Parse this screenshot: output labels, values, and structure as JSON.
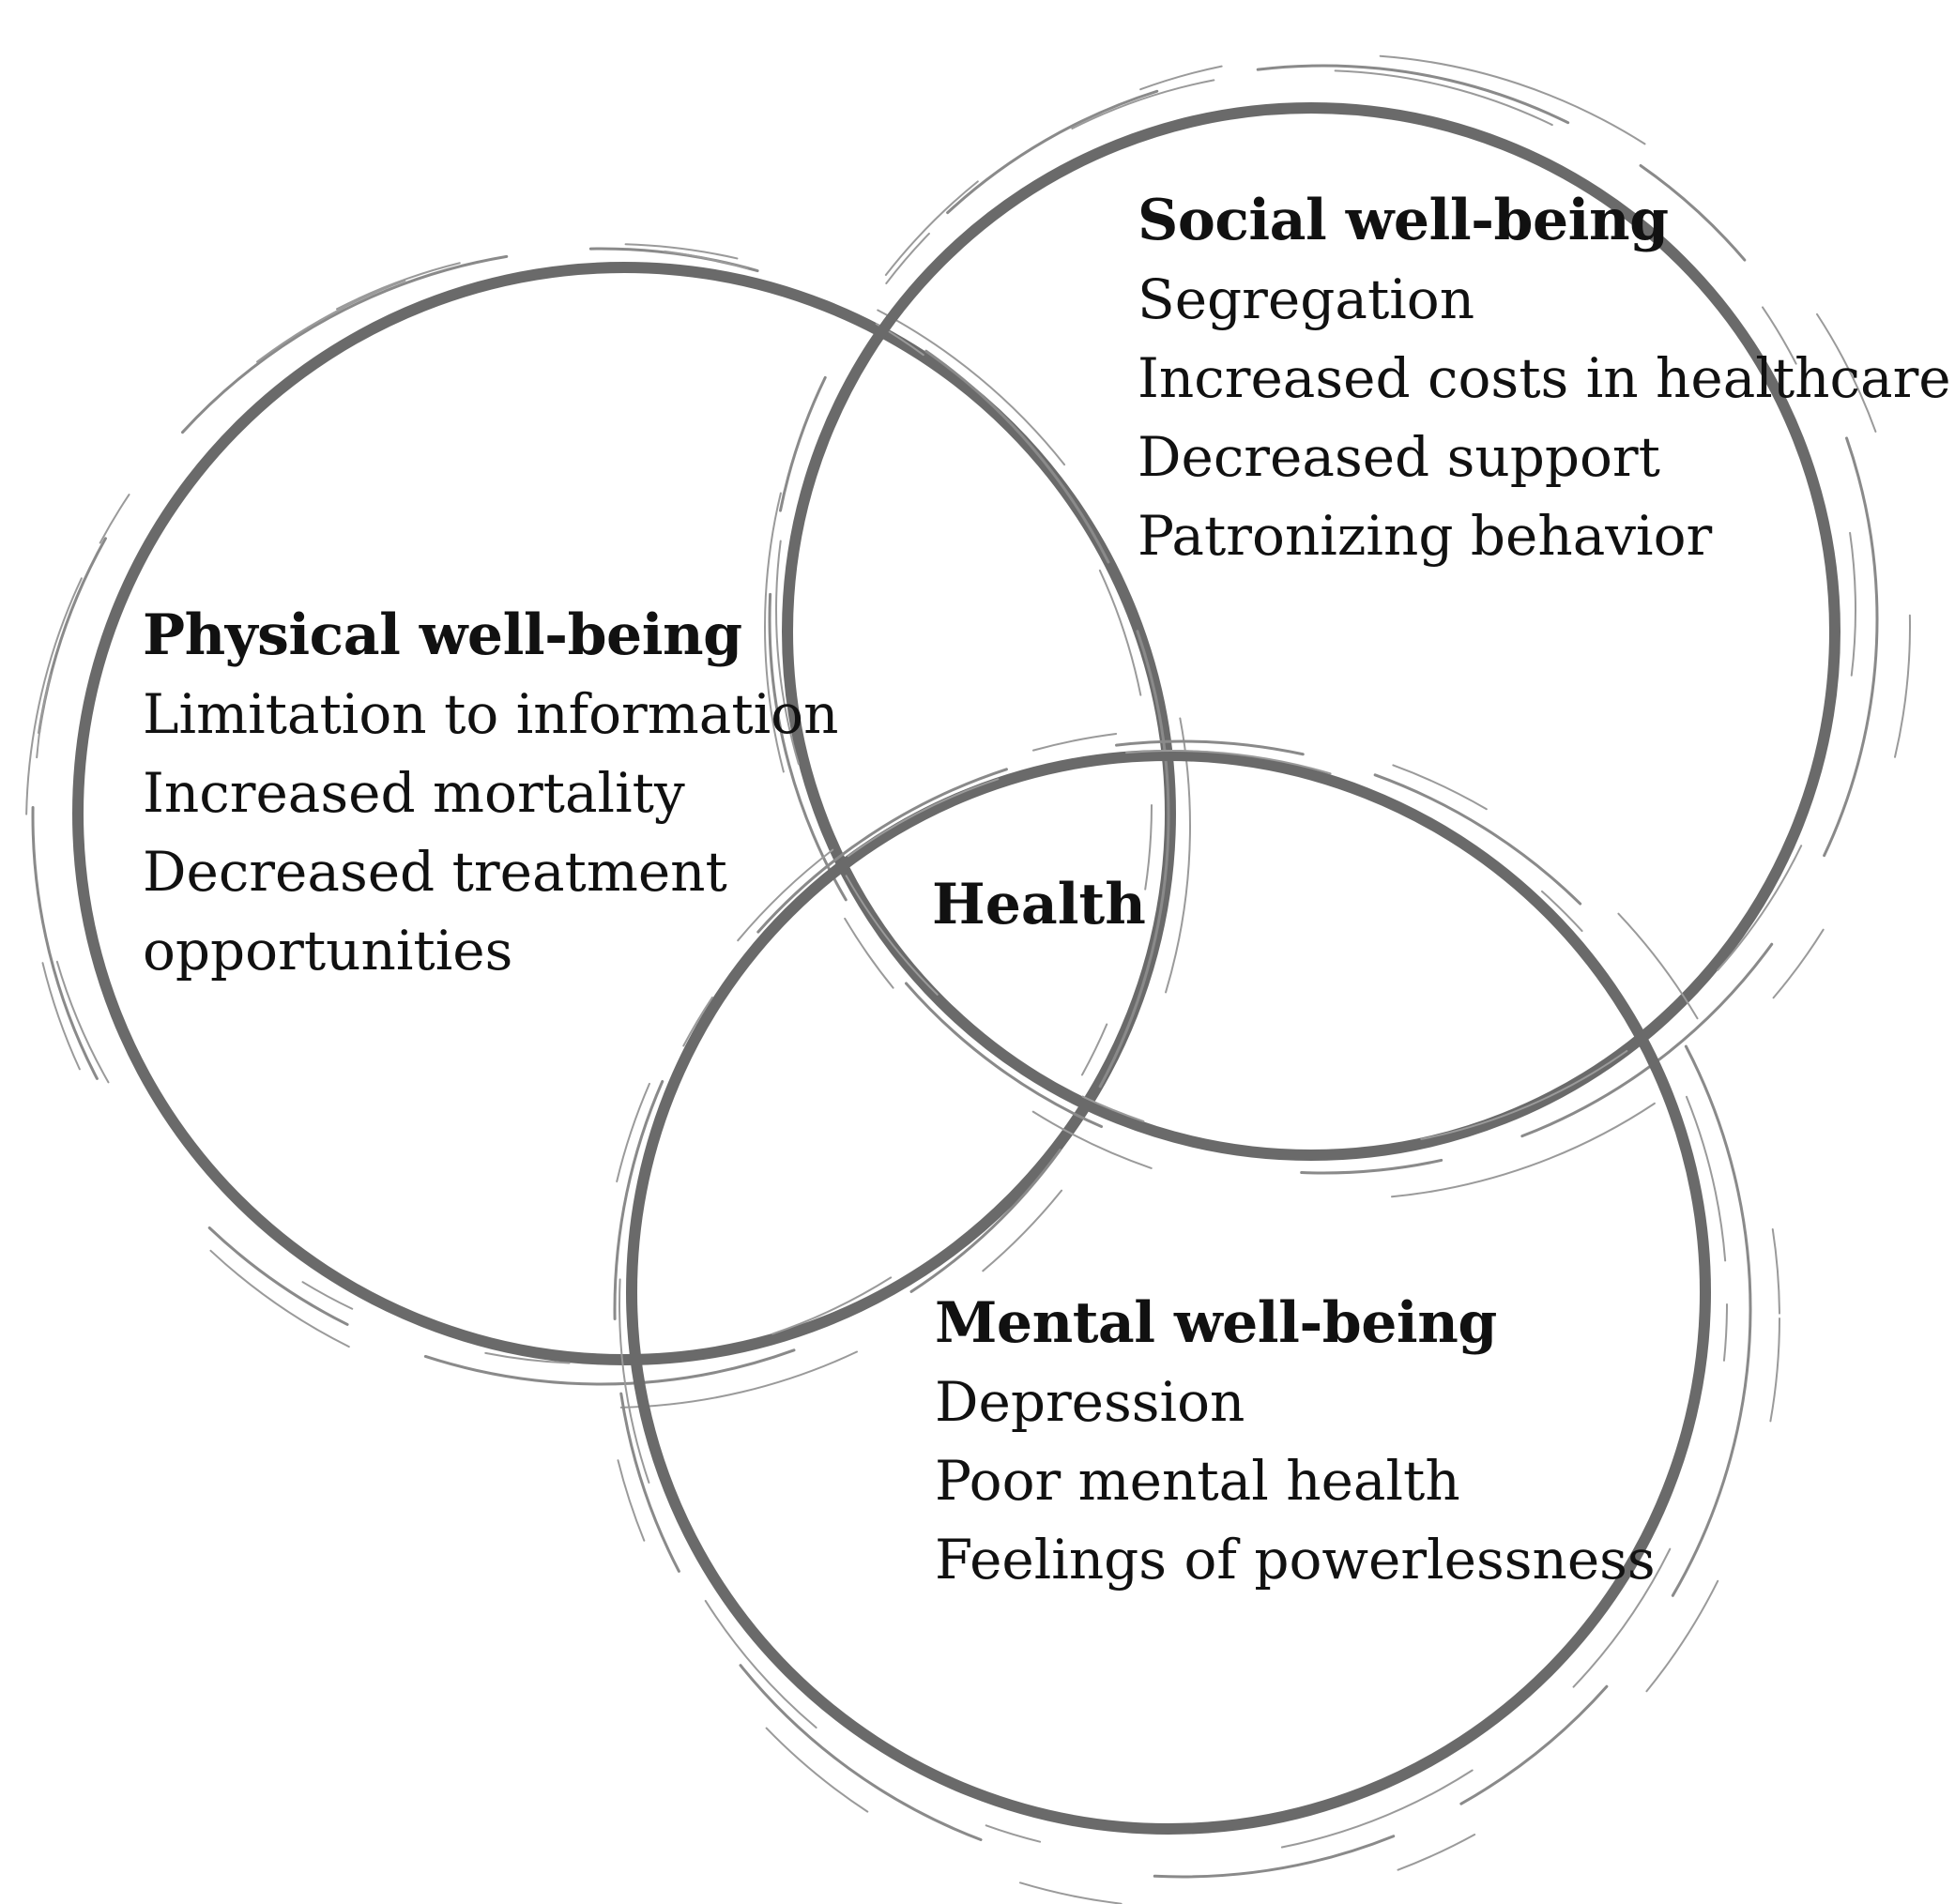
{
  "diagram": {
    "type": "venn",
    "center_label": "Health",
    "circles": [
      {
        "id": "physical",
        "title": "Physical well-being",
        "items": [
          "Limitation to information",
          "Increased mortality",
          "Decreased treatment",
          "opportunities"
        ]
      },
      {
        "id": "social",
        "title": "Social well-being",
        "items": [
          "Segregation",
          "Increased costs in healthcare",
          "Decreased support",
          "Patronizing behavior"
        ]
      },
      {
        "id": "mental",
        "title": "Mental well-being",
        "items": [
          "Depression",
          "Poor mental health",
          "Feelings of powerlessness"
        ]
      }
    ]
  },
  "colors": {
    "ring": "#6a6a6a",
    "text": "#111111"
  }
}
